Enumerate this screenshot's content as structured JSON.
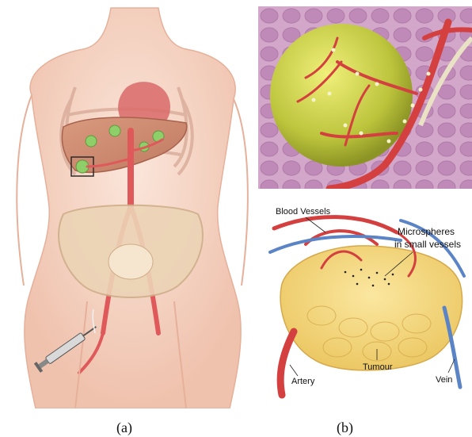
{
  "figure": {
    "captions": {
      "a": "(a)",
      "b": "(b)"
    },
    "bottom_diagram_labels": {
      "blood_vessels": "Blood Vessels",
      "microspheres_line1": "Microspheres",
      "microspheres_line2": "in small vessels",
      "artery": "Artery",
      "tumour": "Tumour",
      "vein": "Vein"
    }
  }
}
